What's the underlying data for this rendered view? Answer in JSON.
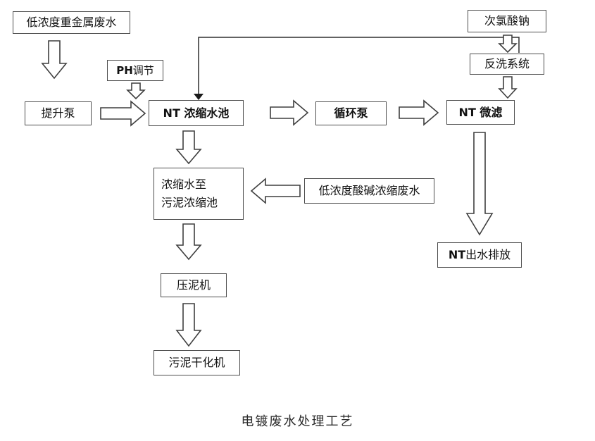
{
  "diagram": {
    "caption": "电镀废水处理工艺",
    "nodes": {
      "low_metal": {
        "b": "",
        "t": "低浓度重金属废水"
      },
      "lift_pump": {
        "b": "",
        "t": "提升泵"
      },
      "ph_adjust": {
        "b": "PH",
        "t": " 调节"
      },
      "nt_tank": {
        "b": "NT 浓缩水池",
        "t": ""
      },
      "circ_pump": {
        "b": "循环泵",
        "t": ""
      },
      "nt_mf": {
        "b": "NT 微滤",
        "t": ""
      },
      "naclo": {
        "b": "",
        "t": "次氯酸钠"
      },
      "backwash": {
        "b": "",
        "t": "反洗系统"
      },
      "conc_sludge": {
        "t1": "浓缩水至",
        "t2": "污泥浓缩池"
      },
      "acid": {
        "b": "",
        "t": "低浓度酸碱浓缩废水"
      },
      "press": {
        "b": "",
        "t": "压泥机"
      },
      "dryer": {
        "b": "",
        "t": "污泥干化机"
      },
      "discharge": {
        "b": "NT",
        "t": " 出水排放"
      }
    },
    "edges": [
      {
        "from": "low_metal",
        "to": "lift_pump"
      },
      {
        "from": "lift_pump",
        "to": "nt_tank"
      },
      {
        "from": "ph_adjust",
        "to": "nt_tank"
      },
      {
        "from": "nt_tank",
        "to": "circ_pump"
      },
      {
        "from": "circ_pump",
        "to": "nt_mf"
      },
      {
        "from": "naclo",
        "to": "backwash"
      },
      {
        "from": "backwash",
        "to": "nt_mf"
      },
      {
        "from": "backwash",
        "to": "nt_tank"
      },
      {
        "from": "nt_tank",
        "to": "conc_sludge"
      },
      {
        "from": "acid",
        "to": "conc_sludge"
      },
      {
        "from": "conc_sludge",
        "to": "press"
      },
      {
        "from": "press",
        "to": "dryer"
      },
      {
        "from": "nt_mf",
        "to": "discharge"
      }
    ]
  }
}
